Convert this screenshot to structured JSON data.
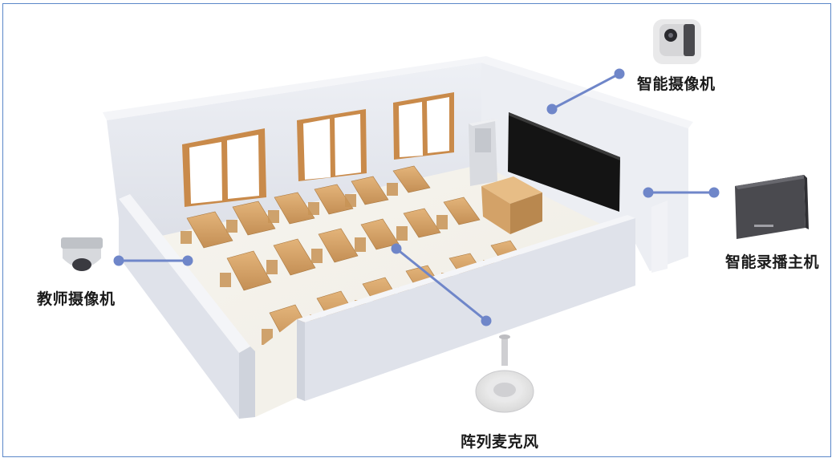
{
  "labels": {
    "smart_camera": "智能摄像机",
    "teacher_camera": "教师摄像机",
    "recording_host": "智能录播主机",
    "array_mic": "阵列麦克风"
  },
  "colors": {
    "connector": "#6f86c9",
    "wall": "#e4e7ee",
    "desk": "#d7a66b",
    "window_frame": "#c98a4a",
    "blackboard": "#141414"
  }
}
